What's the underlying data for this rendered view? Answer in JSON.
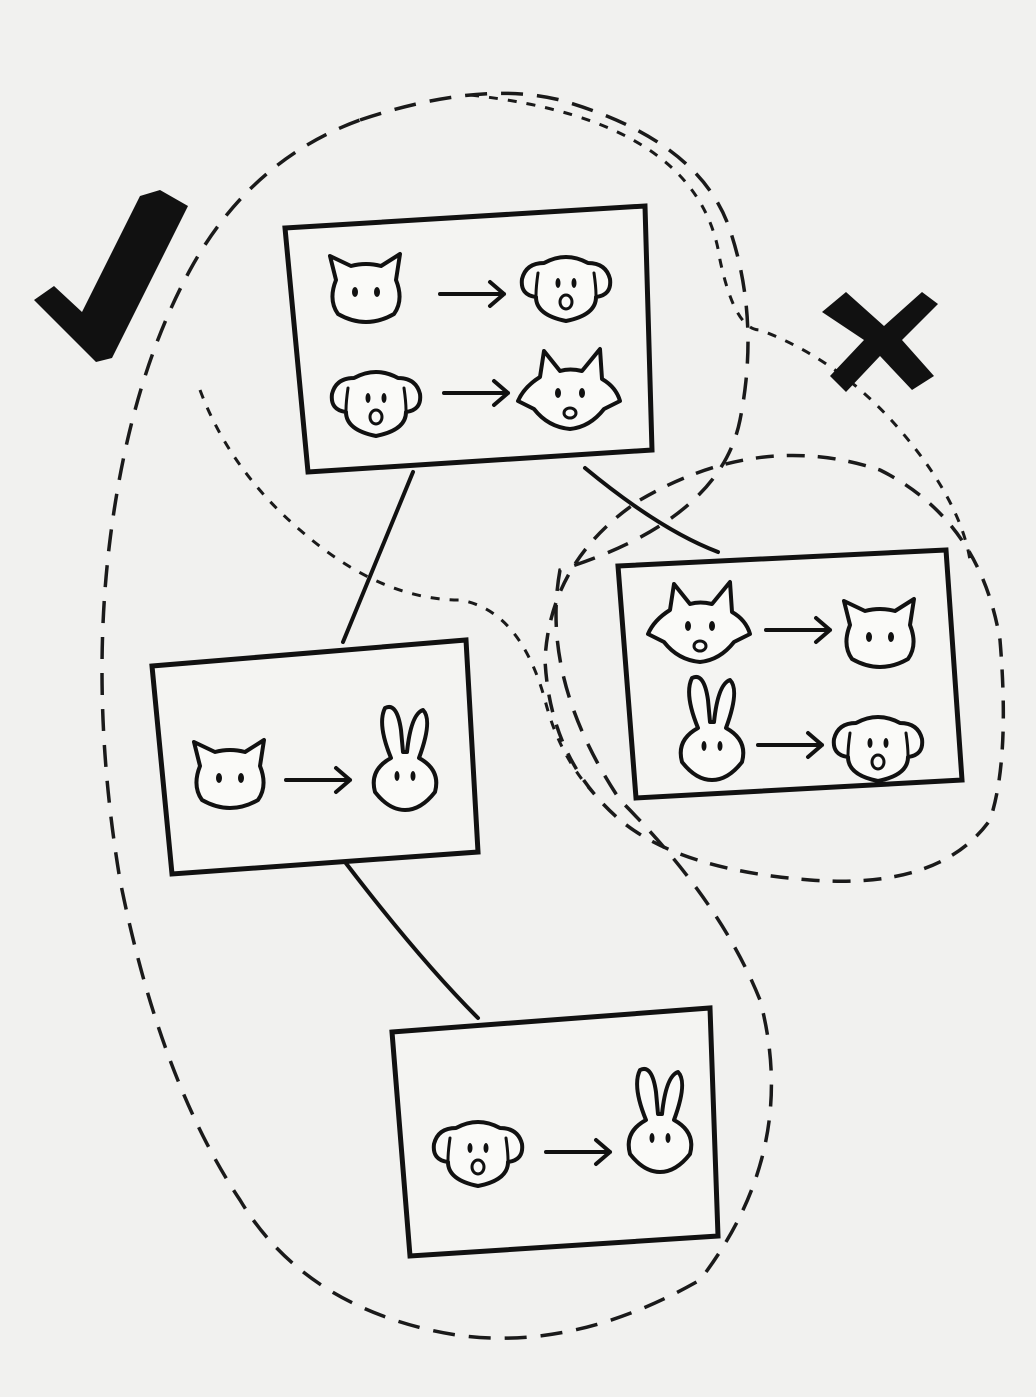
{
  "diagram": {
    "marks": {
      "accept": "check-icon",
      "reject": "cross-icon"
    },
    "colors": {
      "ink": "#111111",
      "paper": "#f1f1ef"
    },
    "nodes": [
      {
        "id": "top",
        "mappings": [
          [
            "cat",
            "dog"
          ],
          [
            "dog",
            "fox"
          ]
        ]
      },
      {
        "id": "middle",
        "mappings": [
          [
            "cat",
            "bunny"
          ]
        ]
      },
      {
        "id": "right",
        "mappings": [
          [
            "fox",
            "cat"
          ],
          [
            "bunny",
            "dog"
          ]
        ]
      },
      {
        "id": "bottom",
        "mappings": [
          [
            "dog",
            "bunny"
          ]
        ]
      }
    ],
    "edges": [
      [
        "top",
        "middle"
      ],
      [
        "top",
        "right"
      ],
      [
        "middle",
        "bottom"
      ]
    ],
    "groups": {
      "accepted": [
        "top",
        "middle",
        "bottom"
      ],
      "rejected": [
        "right"
      ]
    }
  }
}
